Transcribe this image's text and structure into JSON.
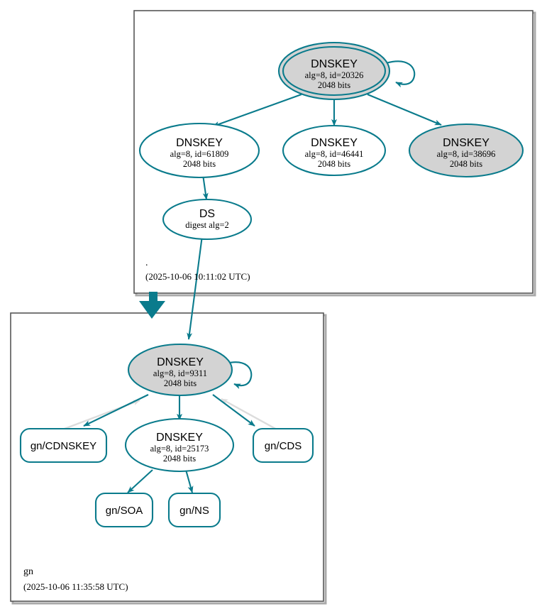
{
  "diagram": {
    "kind": "dnssec-authentication-chain",
    "colors": {
      "edge_teal": "#0a7b8c",
      "edge_gray": "#d9d9d9",
      "node_stroke": "#0a7b8c",
      "node_fill_secure": "#d3d3d3",
      "node_fill_plain": "#ffffff",
      "cluster_border": "#565656",
      "cluster_shadow": "#aaaaaa",
      "text": "#000000"
    }
  },
  "zones": [
    {
      "id": "root",
      "name": ".",
      "timestamp": "(2025-10-06 10:11:02 UTC)"
    },
    {
      "id": "gn",
      "name": "gn",
      "timestamp": "(2025-10-06 11:35:58 UTC)"
    }
  ],
  "nodes": {
    "root_ksk": {
      "type": "DNSKEY",
      "title": "DNSKEY",
      "line2": "alg=8, id=20326",
      "line3": "2048 bits",
      "alg": 8,
      "key_id": 20326,
      "key_size": "2048 bits",
      "shape": "doubleellipse",
      "fill": "secure",
      "self_signed": true,
      "zone": "root"
    },
    "root_zsk_61809": {
      "type": "DNSKEY",
      "title": "DNSKEY",
      "line2": "alg=8, id=61809",
      "line3": "2048 bits",
      "alg": 8,
      "key_id": 61809,
      "key_size": "2048 bits",
      "shape": "ellipse",
      "fill": "plain",
      "self_signed": false,
      "zone": "root"
    },
    "root_zsk_46441": {
      "type": "DNSKEY",
      "title": "DNSKEY",
      "line2": "alg=8, id=46441",
      "line3": "2048 bits",
      "alg": 8,
      "key_id": 46441,
      "key_size": "2048 bits",
      "shape": "ellipse",
      "fill": "plain",
      "self_signed": false,
      "zone": "root"
    },
    "root_zsk_38696": {
      "type": "DNSKEY",
      "title": "DNSKEY",
      "line2": "alg=8, id=38696",
      "line3": "2048 bits",
      "alg": 8,
      "key_id": 38696,
      "key_size": "2048 bits",
      "shape": "ellipse",
      "fill": "secure",
      "self_signed": false,
      "zone": "root"
    },
    "root_ds": {
      "type": "DS",
      "title": "DS",
      "line2": "digest alg=2",
      "line3": "",
      "digest_alg": 2,
      "shape": "ellipse",
      "fill": "plain",
      "zone": "root"
    },
    "gn_ksk": {
      "type": "DNSKEY",
      "title": "DNSKEY",
      "line2": "alg=8, id=9311",
      "line3": "2048 bits",
      "alg": 8,
      "key_id": 9311,
      "key_size": "2048 bits",
      "shape": "ellipse",
      "fill": "secure",
      "self_signed": true,
      "zone": "gn"
    },
    "gn_zsk": {
      "type": "DNSKEY",
      "title": "DNSKEY",
      "line2": "alg=8, id=25173",
      "line3": "2048 bits",
      "alg": 8,
      "key_id": 25173,
      "key_size": "2048 bits",
      "shape": "ellipse",
      "fill": "plain",
      "self_signed": false,
      "zone": "gn"
    },
    "gn_cdnskey": {
      "type": "RRset",
      "label": "gn/CDNSKEY",
      "shape": "rounded-box",
      "zone": "gn"
    },
    "gn_cds": {
      "type": "RRset",
      "label": "gn/CDS",
      "shape": "rounded-box",
      "zone": "gn"
    },
    "gn_soa": {
      "type": "RRset",
      "label": "gn/SOA",
      "shape": "rounded-box",
      "zone": "gn"
    },
    "gn_ns": {
      "type": "RRset",
      "label": "gn/NS",
      "shape": "rounded-box",
      "zone": "gn"
    }
  },
  "edges": [
    {
      "from": "root_ksk",
      "to": "root_ksk",
      "style": "teal",
      "kind": "self-sign"
    },
    {
      "from": "root_ksk",
      "to": "root_zsk_61809",
      "style": "teal",
      "kind": "sign"
    },
    {
      "from": "root_ksk",
      "to": "root_zsk_46441",
      "style": "teal",
      "kind": "sign"
    },
    {
      "from": "root_ksk",
      "to": "root_zsk_38696",
      "style": "teal",
      "kind": "sign"
    },
    {
      "from": "root_zsk_61809",
      "to": "root_ds",
      "style": "teal",
      "kind": "sign"
    },
    {
      "from": "root_ds",
      "to": "gn_ksk",
      "style": "teal",
      "kind": "ds-to-dnskey"
    },
    {
      "from": "root",
      "to": "gn",
      "style": "teal-thick",
      "kind": "delegation"
    },
    {
      "from": "gn_ksk",
      "to": "gn_ksk",
      "style": "teal",
      "kind": "self-sign"
    },
    {
      "from": "gn_ksk",
      "to": "gn_zsk",
      "style": "teal",
      "kind": "sign"
    },
    {
      "from": "gn_ksk",
      "to": "gn_cdnskey",
      "style": "teal",
      "kind": "sign"
    },
    {
      "from": "gn_cdnskey",
      "to": "gn_ksk",
      "style": "gray",
      "kind": "rrset-ref"
    },
    {
      "from": "gn_ksk",
      "to": "gn_cds",
      "style": "teal",
      "kind": "sign"
    },
    {
      "from": "gn_cds",
      "to": "gn_ksk",
      "style": "gray",
      "kind": "rrset-ref"
    },
    {
      "from": "gn_zsk",
      "to": "gn_soa",
      "style": "teal",
      "kind": "sign"
    },
    {
      "from": "gn_zsk",
      "to": "gn_ns",
      "style": "teal",
      "kind": "sign"
    }
  ]
}
